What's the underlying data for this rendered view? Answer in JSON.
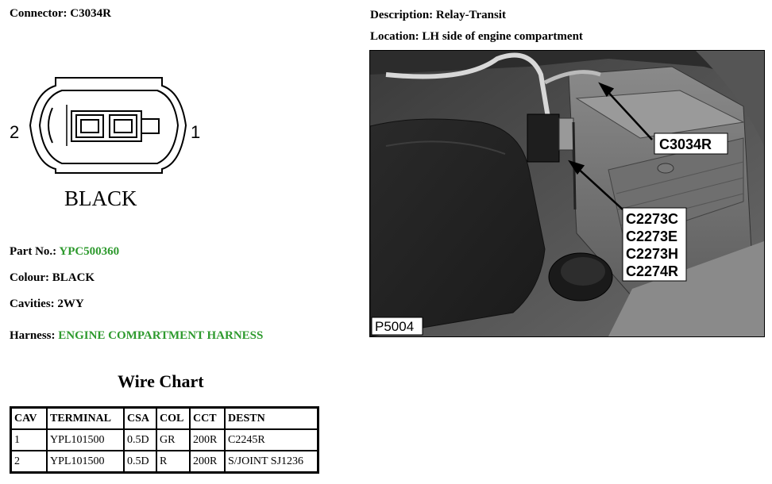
{
  "connector": {
    "label": "Connector:",
    "value": "C3034R",
    "drawing": {
      "cavity_left": "2",
      "cavity_right": "1",
      "color_text": "BLACK"
    }
  },
  "description": {
    "label": "Description:",
    "value": "Relay-Transit"
  },
  "location": {
    "label": "Location:",
    "value": "LH side of engine compartment"
  },
  "part_no": {
    "label": "Part No.:",
    "value": "YPC500360"
  },
  "colour": {
    "label": "Colour:",
    "value": "BLACK"
  },
  "cavities": {
    "label": "Cavities:",
    "value": "2WY"
  },
  "harness": {
    "label": "Harness:",
    "value": "ENGINE COMPARTMENT HARNESS"
  },
  "photo": {
    "callout_top": "C3034R",
    "callout_list": [
      "C2273C",
      "C2273E",
      "C2273H",
      "C2274R"
    ],
    "ref": "P5004"
  },
  "wire_chart": {
    "title": "Wire Chart",
    "headers": [
      "CAV",
      "TERMINAL",
      "CSA",
      "COL",
      "CCT",
      "DESTN"
    ],
    "rows": [
      [
        "1",
        "YPL101500",
        "0.5D",
        "GR",
        "200R",
        "C2245R"
      ],
      [
        "2",
        "YPL101500",
        "0.5D",
        "R",
        "200R",
        "S/JOINT SJ1236"
      ]
    ]
  }
}
